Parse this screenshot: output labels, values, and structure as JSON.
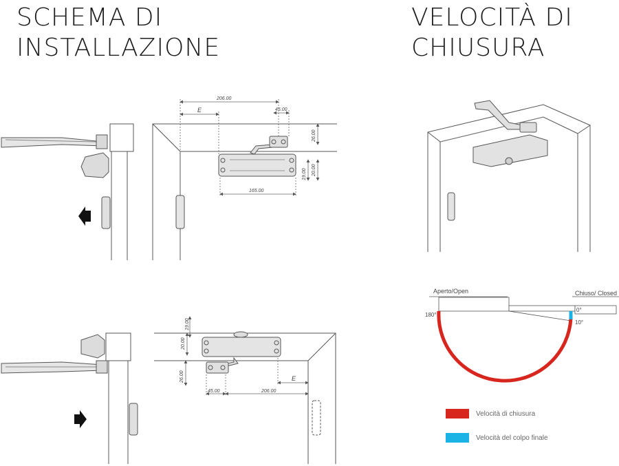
{
  "titles": {
    "left_line1": "SCHEMA DI",
    "left_line2": "INSTALLAZIONE",
    "right_line1": "VELOCITÀ DI",
    "right_line2": "CHIUSURA"
  },
  "dimensions": {
    "top": {
      "d206": "206.00",
      "d45": "45.00",
      "d26": "26.00",
      "d19": "19.00",
      "d20": "20.00",
      "d165": "165.00",
      "e": "E"
    },
    "bottom": {
      "d19": "19.00",
      "d20": "20.00",
      "d26": "26.00",
      "d45": "45.00",
      "d206": "206.00",
      "e": "E"
    }
  },
  "speed_diagram": {
    "open_label": "Aperto/Open",
    "closed_label": "Chiuso/ Closed",
    "angle_180": "180°",
    "angle_0": "0°",
    "angle_10": "10°"
  },
  "legend": [
    {
      "label": "Velocità di chiusura",
      "color": "#d7261e"
    },
    {
      "label": "Velocità del colpo finale",
      "color": "#1bb3e6"
    }
  ],
  "colors": {
    "closing_speed": "#d7261e",
    "final_stroke": "#1bb3e6",
    "line": "#444444"
  }
}
